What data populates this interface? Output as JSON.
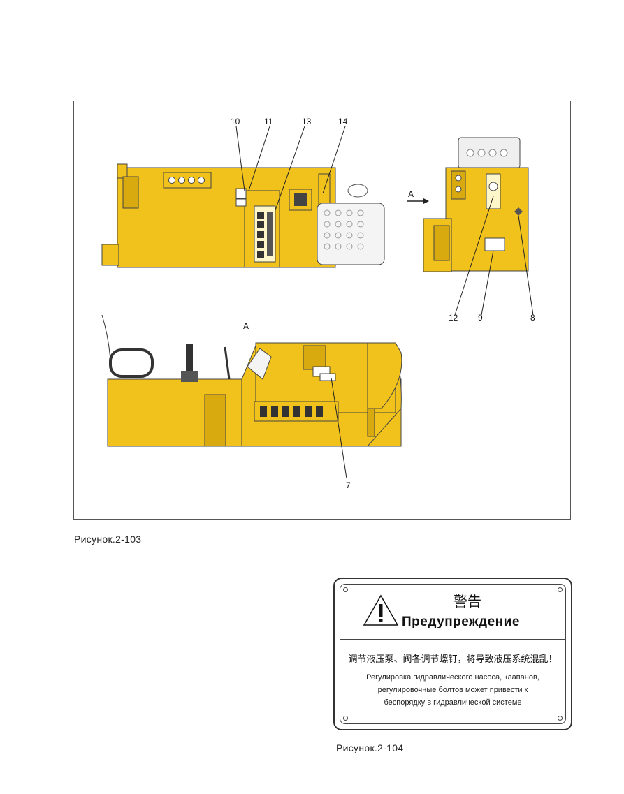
{
  "figure_103": {
    "caption": "Рисунок.2-103",
    "view_label": "A",
    "arrow_label": "A",
    "callouts": [
      "10",
      "11",
      "13",
      "14",
      "12",
      "9",
      "8",
      "7"
    ]
  },
  "figure_104": {
    "caption": "Рисунок.2-104",
    "plate": {
      "title_cn": "警告",
      "title_ru": "Предупреждение",
      "text_cn": "调节液压泵、阀各调节螺钉，将导致液压系统混乱！",
      "text_ru_1": "Регулировка гидравлического насоса, клапанов,",
      "text_ru_2": "регулировочные болтов может привести к",
      "text_ru_3": "беспорядку в гидравлической системе"
    }
  },
  "colors": {
    "machine": "#f2c21c",
    "machine_dark": "#d9a910",
    "outline": "#3a3a3a"
  }
}
